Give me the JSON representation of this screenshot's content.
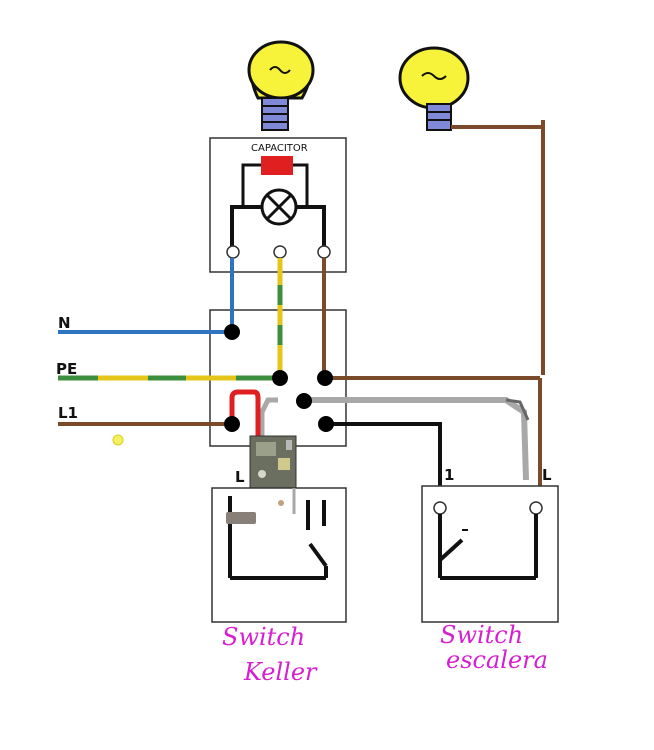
{
  "labels": {
    "neutral": "N",
    "earth": "PE",
    "live": "L1",
    "capacitor": "CAPACITOR",
    "terminal_l_left": "L",
    "terminal_1": "1",
    "terminal_l_right": "L"
  },
  "handwritten": {
    "switch_left_line1": "Switch",
    "switch_left_line2": "Keller",
    "switch_right_line1": "Switch",
    "switch_right_line2": "escalera"
  },
  "colors": {
    "neutral": "#2f74c0",
    "earth_green": "#3c8f3c",
    "earth_yellow": "#e5c51a",
    "live": "#7a4a2a",
    "switched": "#111111",
    "gray": "#a8a8a8",
    "red": "#e02020",
    "bulb": "#f7f23a",
    "bulb_base": "#8088d8",
    "handwriting": "#d51fd0"
  }
}
